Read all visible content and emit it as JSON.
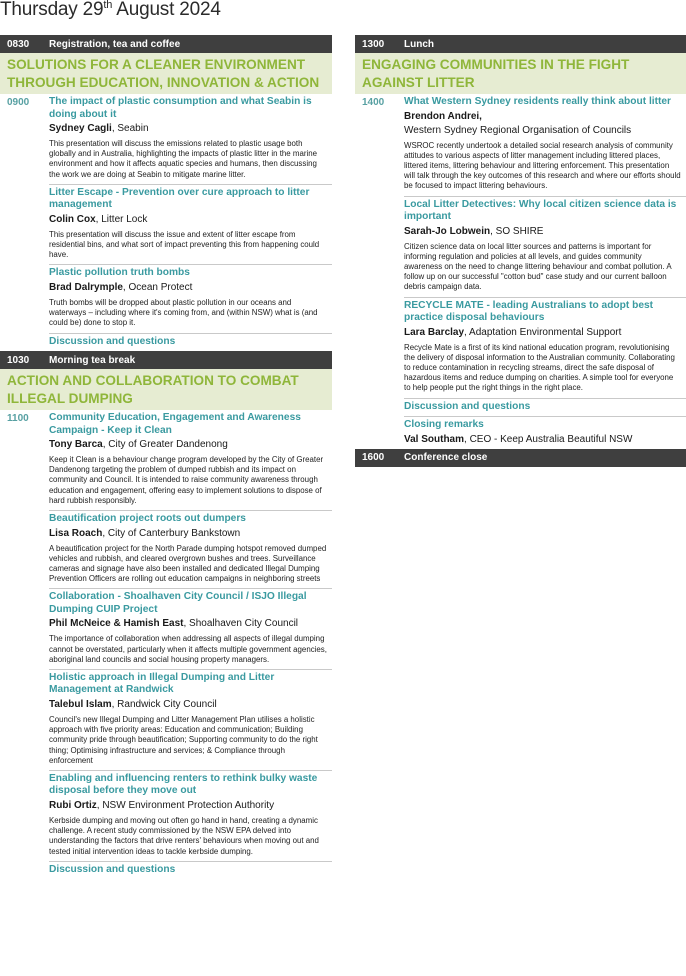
{
  "title": {
    "day": "Thursday 29",
    "suffix": "th",
    "rest": " August 2024"
  },
  "left": [
    {
      "kind": "bar",
      "time": "0830",
      "label": "Registration, tea and coffee"
    },
    {
      "kind": "section",
      "text": "SOLUTIONS FOR A CLEANER ENVIRONMENT THROUGH EDUCATION, INNOVATION & ACTION"
    },
    {
      "kind": "block",
      "time": "0900",
      "items": [
        {
          "title": "The impact of plastic consumption and what Seabin is doing about it",
          "name": "Sydney Cagli",
          "org": ", Seabin",
          "desc": "This presentation will discuss the emissions related to plastic usage both globally and in Australia, highlighting the impacts of plastic litter in the marine environment and how it affects aquatic species and humans, then discussing the work we are doing at Seabin to mitigate marine litter."
        },
        {
          "title": "Litter Escape - Prevention over cure approach to litter management",
          "name": "Colin Cox",
          "org": ", Litter Lock",
          "desc": "This presentation will discuss the issue and extent of litter escape from residential bins, and what sort of impact preventing this from happening could have."
        },
        {
          "title": "Plastic pollution truth bombs",
          "name": "Brad Dalrymple",
          "org": ", Ocean Protect",
          "desc": "Truth bombs will be dropped about plastic pollution in our oceans and waterways – including where it's coming from, and (within NSW) what is (and could be) done to stop it."
        },
        {
          "title": "Discussion and questions"
        }
      ]
    },
    {
      "kind": "bar",
      "time": "1030",
      "label": "Morning tea break"
    },
    {
      "kind": "section",
      "text": "ACTION AND COLLABORATION TO COMBAT ILLEGAL DUMPING"
    },
    {
      "kind": "block",
      "time": "1100",
      "items": [
        {
          "title": "Community Education, Engagement and Awareness Campaign - Keep it Clean",
          "name": "Tony Barca",
          "org": ", City of Greater Dandenong",
          "desc": "Keep it Clean is a behaviour change program developed by the City of Greater Dandenong targeting the problem of dumped rubbish and its impact on community and Council. It is intended to raise community awareness through education and engagement, offering easy to implement solutions to dispose of hard rubbish responsibly."
        },
        {
          "title": "Beautification project roots out dumpers",
          "name": "Lisa Roach",
          "org": ", City of Canterbury Bankstown",
          "desc": "A beautification project for the North Parade dumping hotspot removed dumped vehicles and rubbish, and cleared overgrown bushes and trees. Surveillance cameras and signage have also been installed and dedicated Illegal Dumping Prevention Officers are rolling out education campaigns in neighboring streets"
        },
        {
          "title": "Collaboration - Shoalhaven City Council / ISJO Illegal Dumping CUIP Project",
          "name": "Phil McNeice & Hamish East",
          "org": ", Shoalhaven City Council",
          "desc": "The importance of collaboration when addressing all aspects of illegal dumping cannot be overstated, particularly when it affects multiple government agencies, aboriginal land councils and social housing property managers."
        },
        {
          "title": "Holistic approach in Illegal Dumping and Litter Management at Randwick",
          "name": "Talebul Islam",
          "org": ", Randwick City Council",
          "desc": "Council's new Illegal Dumping and Litter Management Plan utilises a holistic approach with five priority areas:  Education and communication; Building community pride through beautification; Supporting community to do the right thing; Optimising infrastructure and services; & Compliance through enforcement"
        },
        {
          "title": "Enabling and influencing renters to rethink bulky waste disposal before they move out",
          "name": "Rubi Ortiz",
          "org": ", NSW Environment Protection Authority",
          "desc": "Kerbside dumping and moving out often go hand in hand, creating a dynamic challenge. A recent study commissioned by the NSW EPA delved into understanding the factors that drive renters' behaviours when moving out and tested initial intervention ideas to tackle kerbside dumping."
        },
        {
          "title": "Discussion and questions"
        }
      ]
    }
  ],
  "right": [
    {
      "kind": "bar",
      "time": "1300",
      "label": "Lunch"
    },
    {
      "kind": "section",
      "text": "ENGAGING COMMUNITIES IN THE FIGHT AGAINST LITTER"
    },
    {
      "kind": "block",
      "time": "1400",
      "items": [
        {
          "title": "What Western Sydney residents really think about litter",
          "name": "Brendon Andrei,",
          "org": "",
          "extra": "Western Sydney Regional Organisation of Councils",
          "desc": "WSROC recently undertook a detailed social research analysis of community attitudes to various aspects of litter management including littered places, littered items, littering behaviour and littering enforcement. This presentation will talk through the key outcomes of this research and where our efforts should be focused to impact littering behaviours."
        },
        {
          "title": "Local Litter Detectives: Why local citizen science data is important",
          "name": "Sarah-Jo Lobwein",
          "org": ", SO SHIRE",
          "desc": "Citizen science data on local litter sources and patterns is important for informing regulation and policies at all levels, and guides community awareness on the need to change littering behaviour and combat pollution. A follow up on our successful \"cotton bud\" case study and our current balloon debris campaign data."
        },
        {
          "title": "RECYCLE MATE - leading Australians to adopt best practice disposal behaviours",
          "name": "Lara Barclay",
          "org": ", Adaptation Environmental Support",
          "desc": "Recycle Mate is a first of its kind national education program, revolutionising the delivery of disposal information to the Australian community. Collaborating to reduce contamination in recycling streams, direct the safe disposal of hazardous items and reduce dumping on charities. A simple tool for everyone to help people put the right things in the right place."
        },
        {
          "title": "Discussion and questions"
        },
        {
          "title": "Closing remarks",
          "name": "Val Southam",
          "org": ", CEO - Keep Australia Beautiful NSW"
        }
      ]
    },
    {
      "kind": "bar",
      "time": "1600",
      "label": "Conference close"
    }
  ]
}
